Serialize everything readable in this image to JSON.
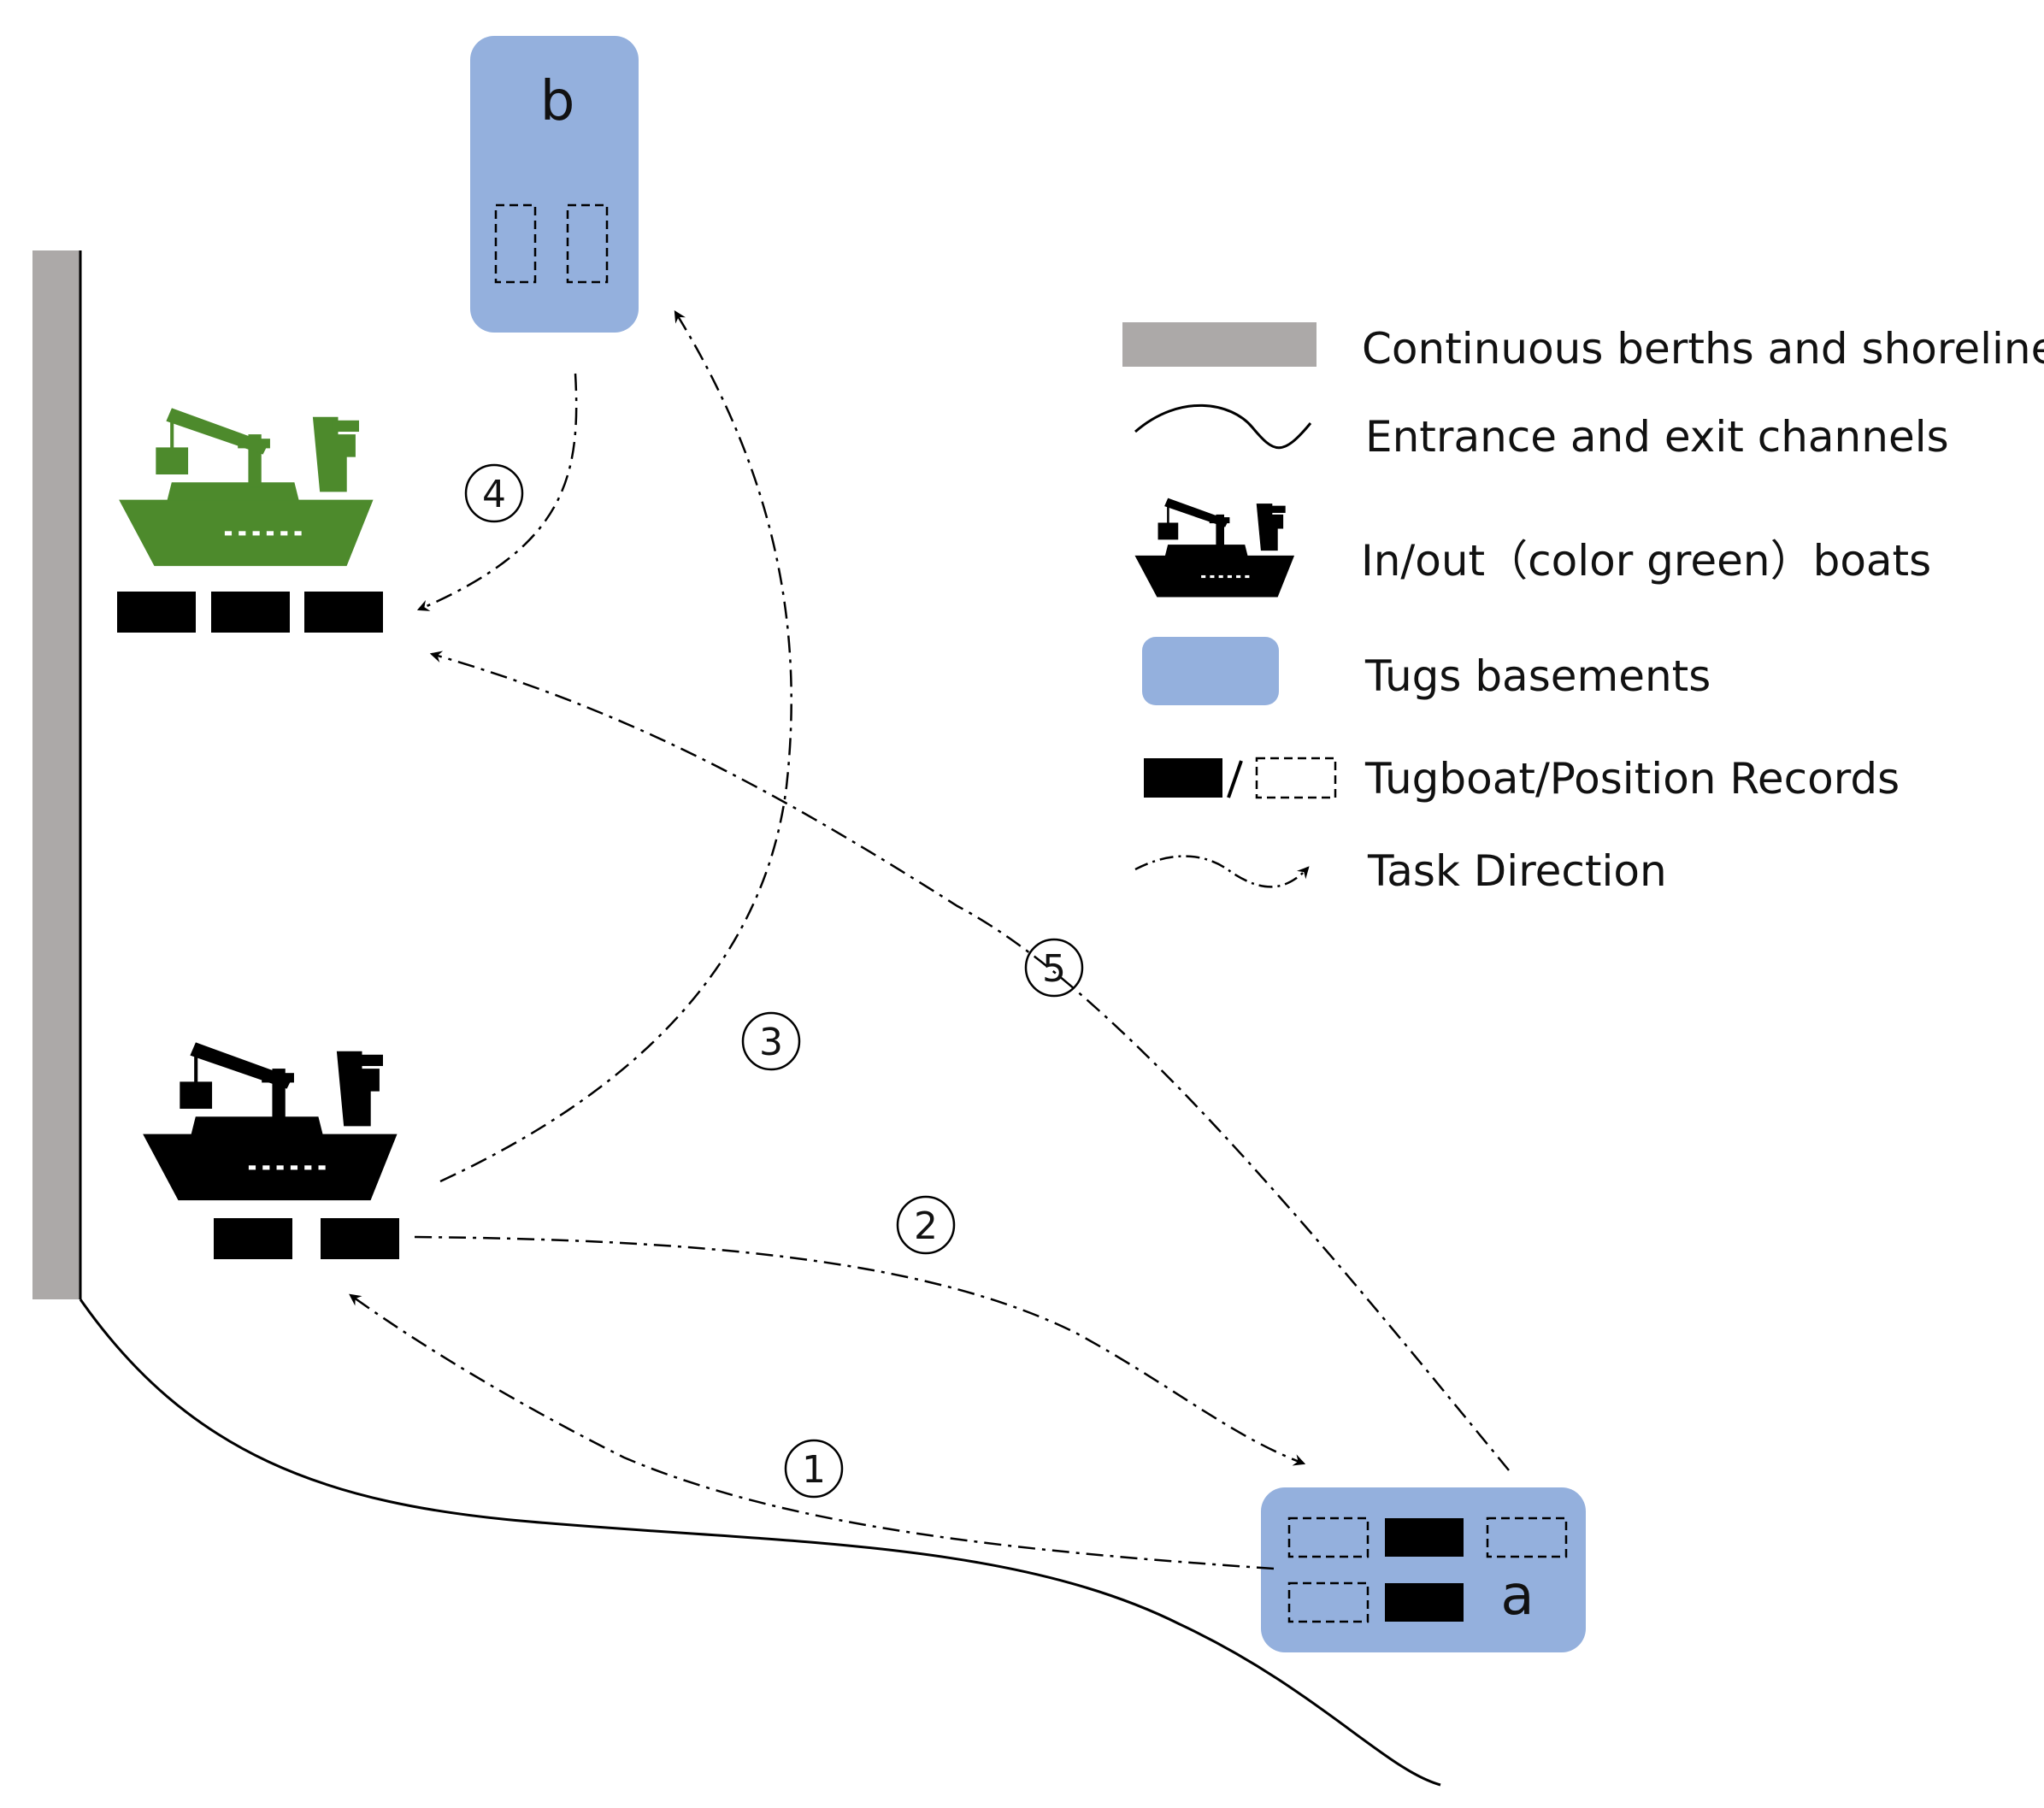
{
  "colors": {
    "shoreline": "#aca9a8",
    "basement": "#94b0dd",
    "green_boat": "#4d8a2c",
    "black_boat": "#000000",
    "tugboat": "#000000"
  },
  "bases": {
    "b": {
      "label": "b",
      "icon": "tug-basement"
    },
    "a": {
      "label": "a",
      "icon": "tug-basement"
    }
  },
  "tasks": [
    {
      "number": "1"
    },
    {
      "number": "2"
    },
    {
      "number": "3"
    },
    {
      "number": "4"
    },
    {
      "number": "5"
    }
  ],
  "legend": [
    {
      "icon": "shoreline-bar",
      "label": "Continuous berths and shorelines"
    },
    {
      "icon": "wave-line",
      "label": "Entrance and exit channels"
    },
    {
      "icon": "boat-icon",
      "label": "In/out（color green）boats"
    },
    {
      "icon": "basement-box",
      "label": "Tugs basements"
    },
    {
      "icon": "tugboat-record",
      "label": "Tugboat/Position Records"
    },
    {
      "icon": "task-arrow",
      "label": "Task Direction"
    }
  ]
}
